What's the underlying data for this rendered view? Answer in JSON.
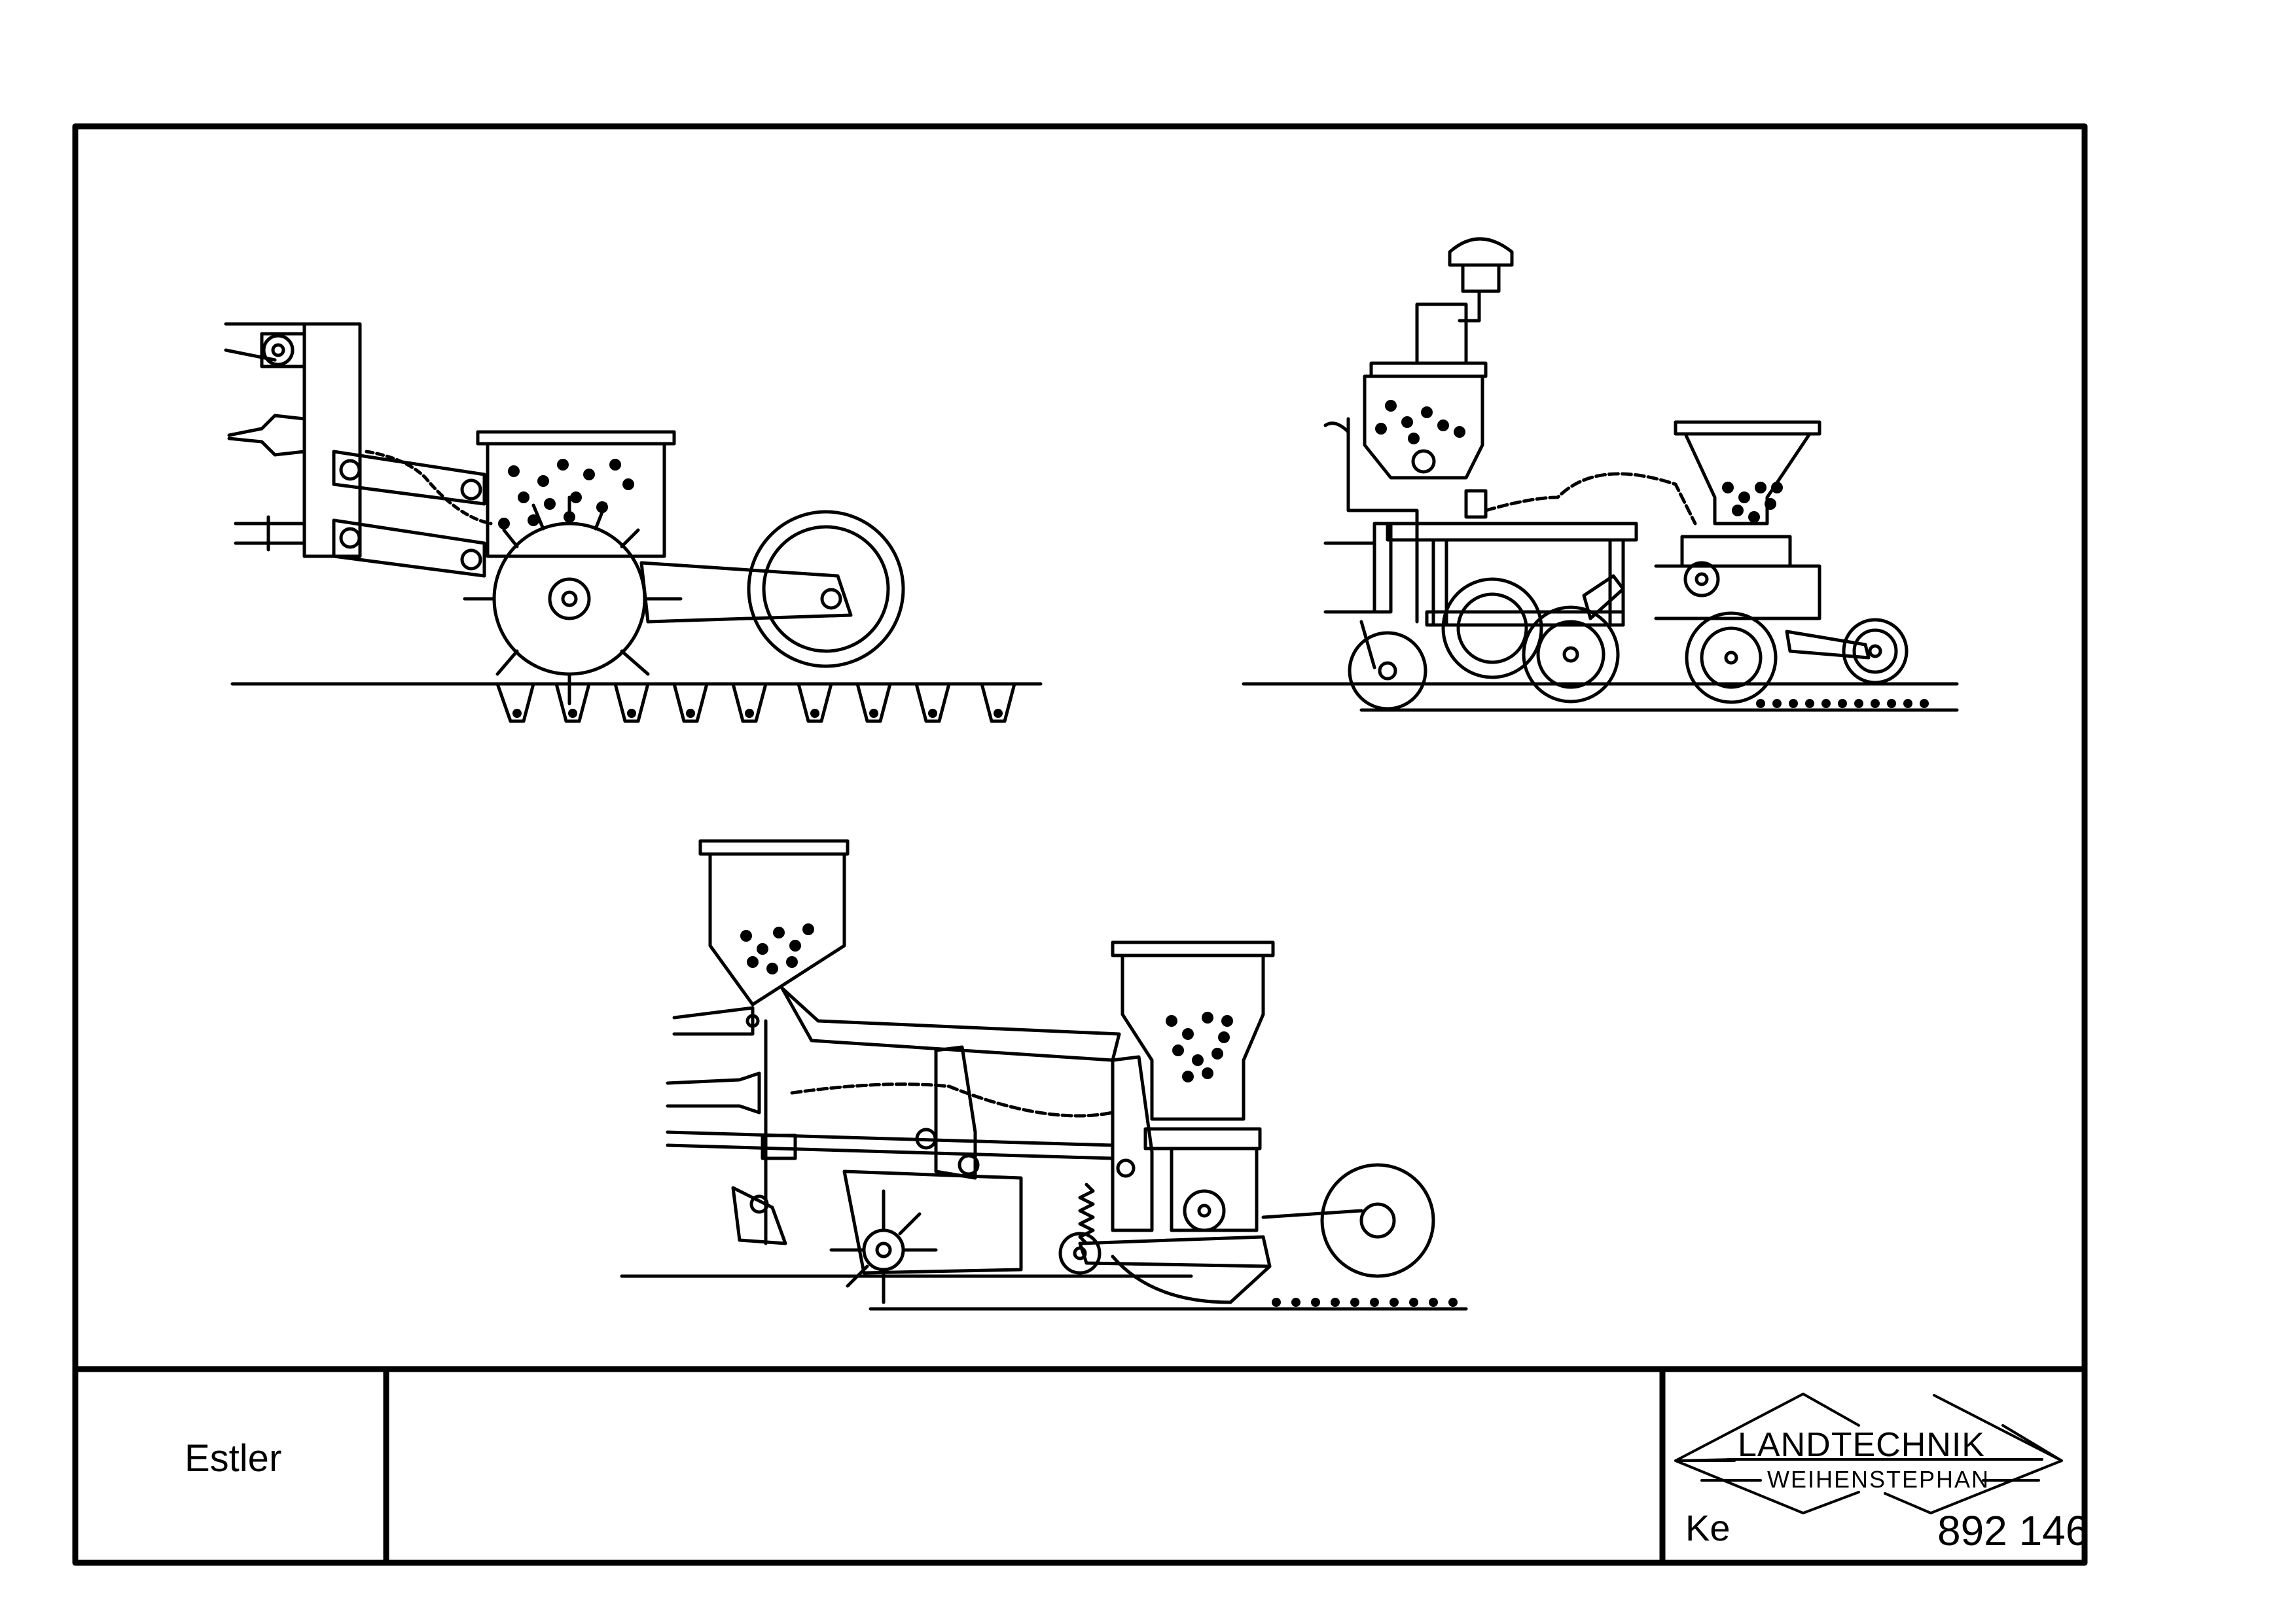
{
  "title_block": {
    "author": "Estler",
    "description": "",
    "logo_line1": "LANDTECHNIK",
    "logo_line2": "WEIHENSTEPHAN",
    "code": "Ke",
    "number": "892 146"
  },
  "drawings": [
    {
      "name": "drawing-top-left"
    },
    {
      "name": "drawing-top-right"
    },
    {
      "name": "drawing-bottom"
    }
  ]
}
